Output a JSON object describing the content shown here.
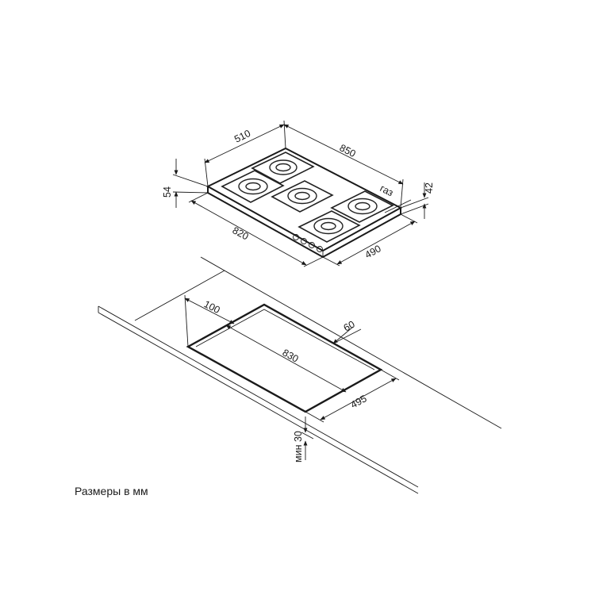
{
  "hob_dimensions": {
    "width_top": "850",
    "depth_top": "510",
    "height_top": "54",
    "width_bottom": "820",
    "depth_bottom": "490",
    "height_right": "42",
    "gas_label": "газ"
  },
  "cutout_dimensions": {
    "offset_back": "100",
    "offset_side": "60",
    "width": "830",
    "depth": "495",
    "min_thickness": "мин 30"
  },
  "caption": "Размеры в мм"
}
